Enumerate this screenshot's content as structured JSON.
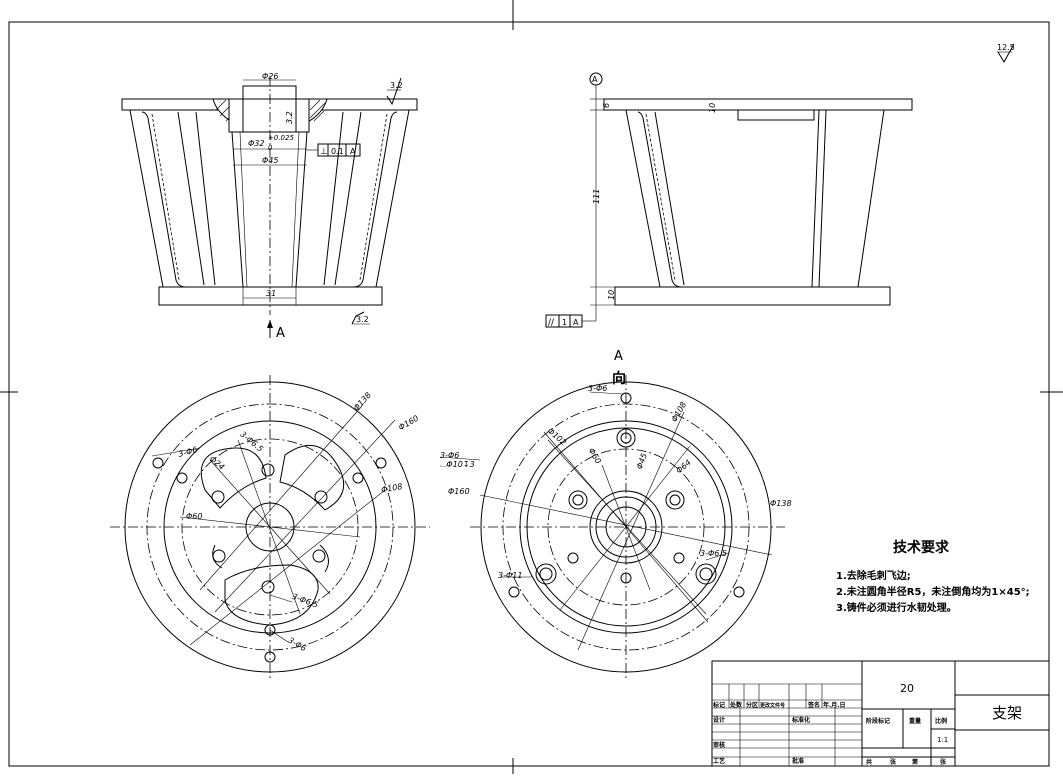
{
  "roughness": {
    "corner": "12.5",
    "top_face": "3.2",
    "bottom_face": "3.2"
  },
  "front_view": {
    "dim_bore_top": "Φ26",
    "dim_bore_main": "Φ32",
    "dim_tol_upper": "+0.025",
    "dim_tol_lower": "0",
    "dim_counterbore": "Φ45",
    "dim_depth": "3.2",
    "dim_bottom_slot": "31",
    "perp_symbol": "⊥",
    "perp_value": "0.1",
    "perp_datum": "A",
    "view_arrow": "A"
  },
  "side_view": {
    "datum_label": "A",
    "dim_top_thickness": "6",
    "dim_inner": "10",
    "dim_height": "111",
    "dim_base": "10",
    "par_symbol": "//",
    "par_value": "1",
    "par_datum": "A"
  },
  "bottom_view": {
    "d138": "Φ138",
    "d160": "Φ160",
    "d108": "Φ108",
    "d60": "Φ60",
    "d24": "Φ24",
    "holes_6": "3-Φ6",
    "holes_65a": "3-Φ6.5",
    "holes_65b": "3-Φ6.5",
    "holes_6b": "3-Φ6"
  },
  "a_view": {
    "title_a": "A",
    "title_dir": "向",
    "holes_6": "3-Φ6",
    "cbore_note": "⌴Φ10↧3",
    "d160": "Φ160",
    "d102": "Φ102",
    "d60": "Φ60",
    "d108": "Φ108",
    "d45": "Φ45",
    "d64": "Φ64",
    "d138": "Φ138",
    "holes_65": "3-Φ6.5",
    "holes_11": "3-Φ11"
  },
  "tech_req": {
    "title": "技术要求",
    "items": [
      "1.去除毛刺飞边;",
      "2.未注圆角半径R5，未注倒角均为1×45°;",
      "3.铸件必须进行水韧处理。"
    ]
  },
  "title_block": {
    "material": "20",
    "part_name": "支架",
    "scale": "1:1",
    "h_mark": "标记",
    "h_count": "处数",
    "h_zone": "分区",
    "h_docno": "更改文件号",
    "h_sign": "签名",
    "h_date": "年.月.日",
    "design": "设计",
    "standard": "标准化",
    "stage": "阶段标记",
    "weight": "重量",
    "ratio": "比例",
    "review": "审核",
    "process": "工艺",
    "approve": "批准",
    "total": "共",
    "sheets": "张",
    "page": "第",
    "page_unit": "张"
  }
}
